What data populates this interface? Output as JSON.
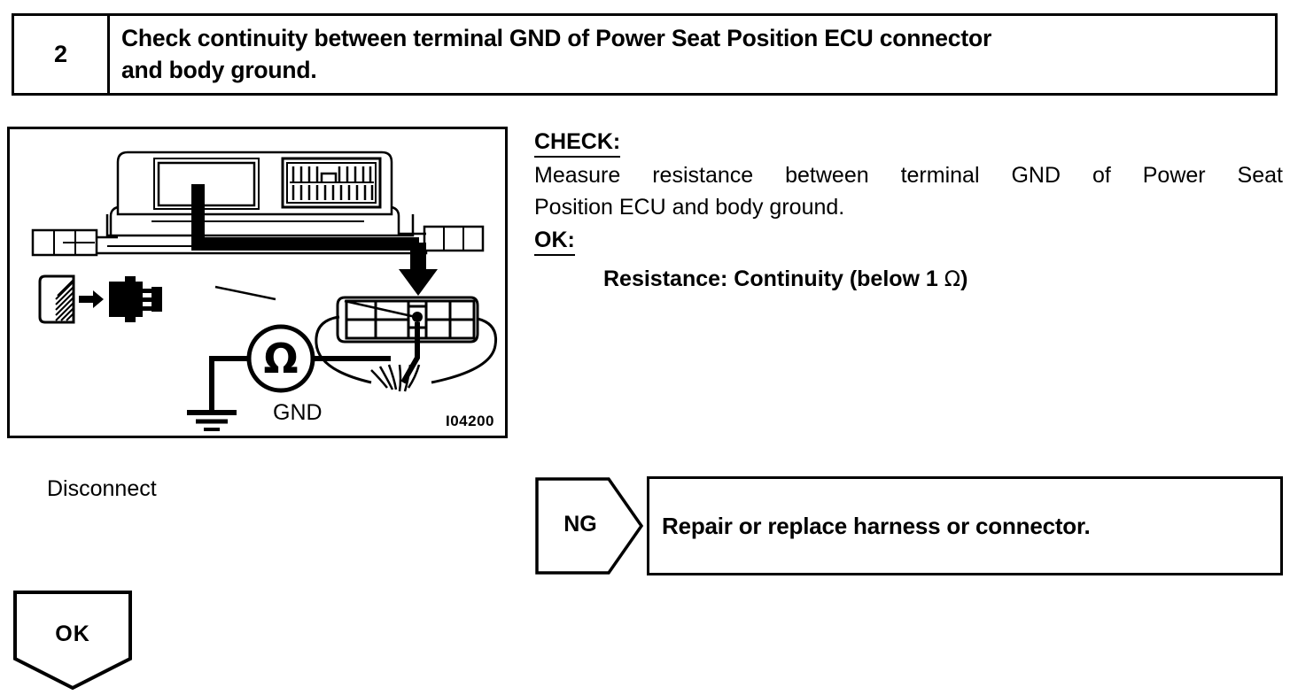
{
  "step": {
    "number": "2",
    "title_line_1": "Check continuity between terminal GND of Power Seat Position ECU connector",
    "title_line_2": "and body ground."
  },
  "illustration": {
    "figure_id": "I04200",
    "labels": {
      "gnd": "GND",
      "disconnect": "Disconnect",
      "ohm": "Ω"
    },
    "icons": {
      "meter": "ohmmeter-icon",
      "ground": "chassis-ground-icon",
      "disconnect": "disconnect-connector-icon",
      "pointer": "callout-arrow-icon"
    }
  },
  "check": {
    "check_label": "CHECK:",
    "description_line_1": "Measure resistance between terminal GND of Power Seat",
    "description_line_2": "Position ECU and body ground.",
    "ok_label": "OK:",
    "spec_prefix": "Resistance: Continuity (below 1 ",
    "spec_ohm": "Ω",
    "spec_suffix": ")"
  },
  "branches": {
    "ng": {
      "label": "NG",
      "action": "Repair or replace harness or connector."
    },
    "ok": {
      "label": "OK"
    }
  },
  "colors": {
    "ink": "#000000",
    "paper": "#ffffff"
  }
}
